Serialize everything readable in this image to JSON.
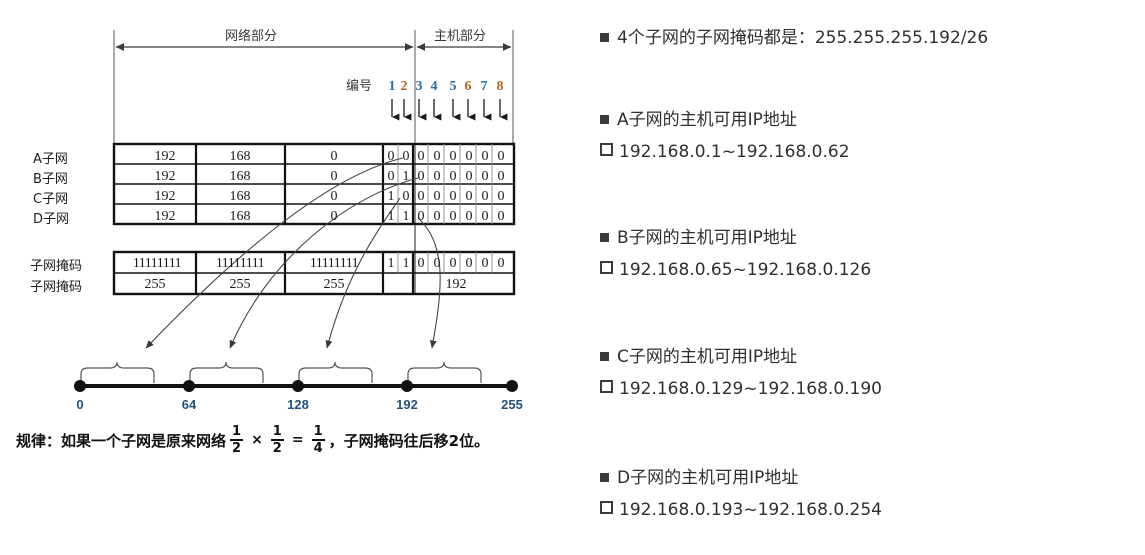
{
  "diagram": {
    "header": {
      "network_part_label": "网络部分",
      "host_part_label": "主机部分",
      "bit_index_label": "编号",
      "bit_numbers": [
        "1",
        "2",
        "3",
        "4",
        "5",
        "6",
        "7",
        "8"
      ]
    },
    "table": {
      "row_labels": [
        "A子网",
        "B子网",
        "C子网",
        "D子网"
      ],
      "rows": [
        {
          "label": "A子网",
          "octets": [
            "192",
            "168",
            "0"
          ],
          "bits": [
            "0",
            "0",
            "0",
            "0",
            "0",
            "0",
            "0",
            "0"
          ]
        },
        {
          "label": "B子网",
          "octets": [
            "192",
            "168",
            "0"
          ],
          "bits": [
            "0",
            "1",
            "0",
            "0",
            "0",
            "0",
            "0",
            "0"
          ]
        },
        {
          "label": "C子网",
          "octets": [
            "192",
            "168",
            "0"
          ],
          "bits": [
            "1",
            "0",
            "0",
            "0",
            "0",
            "0",
            "0",
            "0"
          ]
        },
        {
          "label": "D子网",
          "octets": [
            "192",
            "168",
            "0"
          ],
          "bits": [
            "1",
            "1",
            "0",
            "0",
            "0",
            "0",
            "0",
            "0"
          ]
        }
      ],
      "mask_rows": [
        {
          "label": "子网掩码",
          "octets": [
            "11111111",
            "11111111",
            "11111111"
          ],
          "bits": [
            "1",
            "1",
            "0",
            "0",
            "0",
            "0",
            "0",
            "0"
          ]
        },
        {
          "label": "子网掩码",
          "octets": [
            "255",
            "255",
            "255"
          ],
          "last_octet": "192"
        }
      ]
    },
    "number_line": {
      "ticks": [
        "0",
        "64",
        "128",
        "192",
        "255"
      ],
      "brace_count": 4
    },
    "rule": {
      "prefix": "规律：如果一个子网是原来网络",
      "frac1_num": "1",
      "frac1_den": "2",
      "times": "×",
      "frac2_num": "1",
      "frac2_den": "2",
      "equals": "=",
      "frac3_num": "1",
      "frac3_den": "4",
      "comma": "，",
      "suffix": "子网掩码往后移2位。"
    }
  },
  "notes": [
    {
      "main": "4个子网的子网掩码都是：255.255.255.192/26",
      "sub": null
    },
    {
      "main": "A子网的主机可用IP地址",
      "sub": "192.168.0.1~192.168.0.62"
    },
    {
      "main": "B子网的主机可用IP地址",
      "sub": "192.168.0.65~192.168.0.126"
    },
    {
      "main": "C子网的主机可用IP地址",
      "sub": "192.168.0.129~192.168.0.190"
    },
    {
      "main": "D子网的主机可用IP地址",
      "sub": "192.168.0.193~192.168.0.254"
    }
  ],
  "colors": {
    "bit_blue": "#2e6ca4",
    "bit_orange": "#b4641e",
    "axis_label": "#24527e",
    "text": "#2f2f2f",
    "line": "#1a1a1a"
  }
}
